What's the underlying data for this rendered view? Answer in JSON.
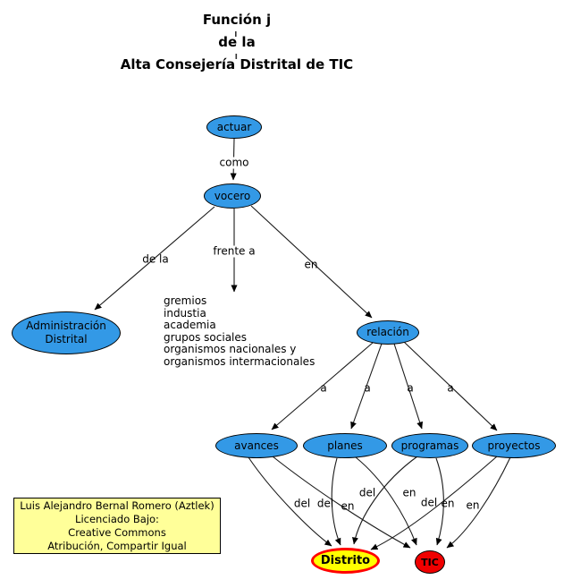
{
  "title": {
    "lines": [
      "Función j",
      "de la",
      "Alta Consejería Distrital de TIC"
    ]
  },
  "nodes": {
    "actuar": {
      "label": "actuar"
    },
    "vocero": {
      "label": "vocero"
    },
    "administracion_distrital": {
      "line1": "Administración",
      "line2": "Distrital"
    },
    "relacion": {
      "label": "relación"
    },
    "avances": {
      "label": "avances"
    },
    "planes": {
      "label": "planes"
    },
    "programas": {
      "label": "programas"
    },
    "proyectos": {
      "label": "proyectos"
    },
    "distrito": {
      "label": "Distrito"
    },
    "tic": {
      "label": "TIC"
    }
  },
  "edge_labels": {
    "como": "como",
    "de_la": "de la",
    "frente_a": "frente a",
    "en": "en",
    "a_avances": "a",
    "a_planes": "a",
    "a_programas": "a",
    "a_proyectos": "a",
    "del_avances": "del",
    "del_planes": "del",
    "del_programas": "del",
    "del_proyectos": "del",
    "en_avances": "en",
    "en_planes": "en",
    "en_programas": "en",
    "en_proyectos": "en"
  },
  "audience_list": {
    "items": [
      "gremios",
      "industia",
      "academia",
      "grupos sociales",
      "organismos nacionales y",
      "organismos intermacionales"
    ]
  },
  "license_box": {
    "lines": [
      "Luis Alejandro Bernal Romero (Aztlek)",
      "Licenciado Bajo:",
      "Creative Commons",
      "Atribución, Compartir Igual"
    ]
  },
  "colors": {
    "node_fill": "#3399E6",
    "node_border": "#000000",
    "distrito_fill": "#FFFF00",
    "distrito_border": "#FF0000",
    "tic_fill": "#F00000",
    "license_fill": "#FFFF99",
    "edge": "#000000",
    "background": "#FFFFFF"
  }
}
